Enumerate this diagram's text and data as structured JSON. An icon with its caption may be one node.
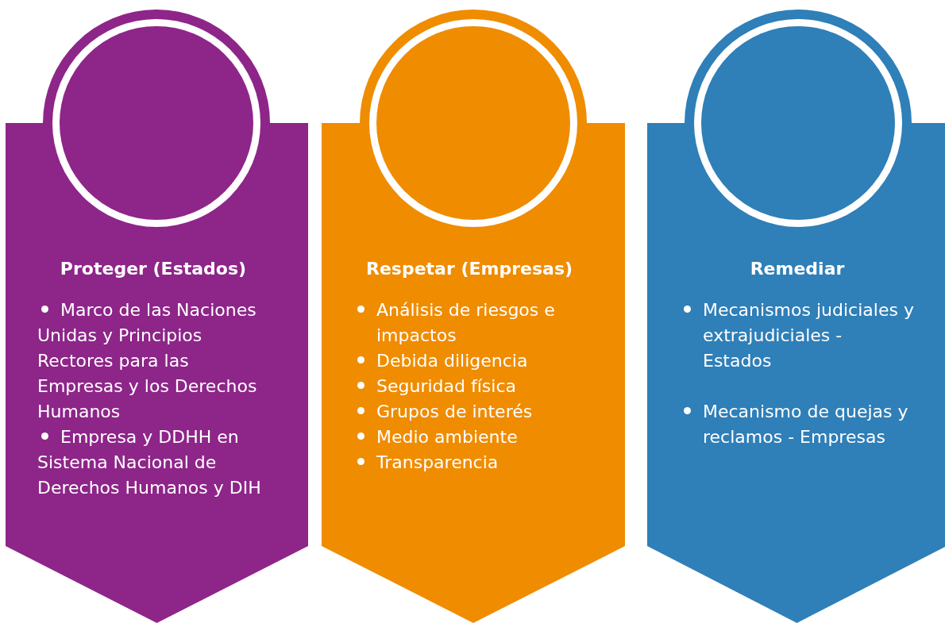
{
  "diagram": {
    "nodes": [
      {
        "text": [],
        "shape": "circle"
      },
      {
        "text": [
          "Proteger (Estados)",
          "Marco de las Naciones Unidas y Principios Rectores para las Empresas y los Derechos Humanos",
          "Empresa y DDHH en Sistema Nacional de Derechos Humanos y DIH"
        ]
      },
      {
        "text": [],
        "shape": "circle"
      },
      {
        "text": [
          "Respetar (Empresas)",
          "Análisis de riesgos e impactos",
          "Debida diligencia",
          "Seguridad física",
          "Grupos de interés",
          "Medio ambiente",
          "Transparencia"
        ]
      },
      {
        "text": [],
        "shape": "circle"
      },
      {
        "text": [
          "Remediar",
          "Mecanismos judiciales y extrajudiciales - Estados",
          "Mecanismo de quejas y reclamos - Empresas"
        ]
      }
    ],
    "edges": []
  }
}
